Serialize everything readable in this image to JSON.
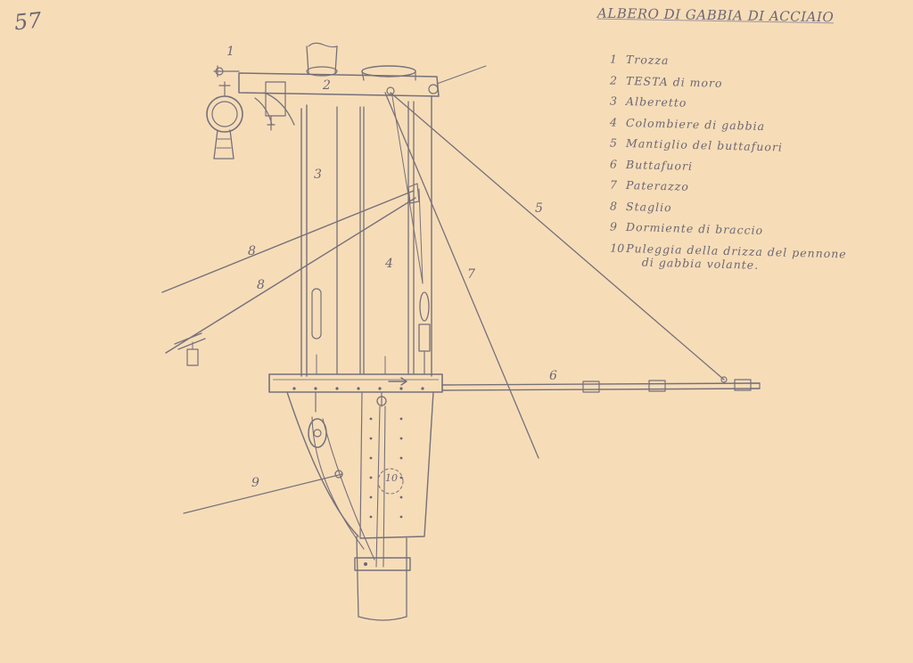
{
  "page_number": "57",
  "title": "ALBERO DI GABBIA DI ACCIAIO",
  "legend": [
    {
      "num": "1",
      "label": "Trozza"
    },
    {
      "num": "2",
      "label": "TESTA di moro"
    },
    {
      "num": "3",
      "label": "Alberetto"
    },
    {
      "num": "4",
      "label": "Colombiere di gabbia"
    },
    {
      "num": "5",
      "label": "Mantiglio del buttafuori"
    },
    {
      "num": "6",
      "label": "Buttafuori"
    },
    {
      "num": "7",
      "label": "Paterazzo"
    },
    {
      "num": "8",
      "label": "Staglio"
    },
    {
      "num": "9",
      "label": "Dormiente di braccio"
    },
    {
      "num": "10",
      "label": "Puleggia della drizza del pennone",
      "label_cont": "di gabbia volante."
    }
  ],
  "callouts": {
    "n1": "1",
    "n2": "2",
    "n3": "3",
    "n4": "4",
    "n5": "5",
    "n6": "6",
    "n7": "7",
    "n8a": "8",
    "n8b": "8",
    "n9": "9",
    "n10": "10"
  },
  "colors": {
    "paper": "#f6ddb8",
    "pencil": "#77707a"
  }
}
